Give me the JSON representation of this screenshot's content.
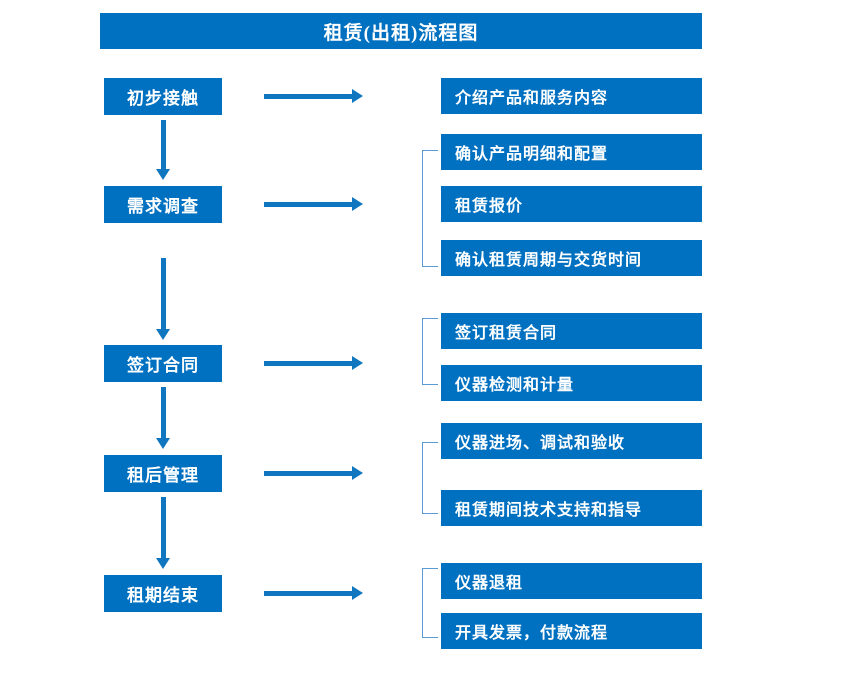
{
  "diagram": {
    "title": "租赁(出租)流程图",
    "accent_color": "#0070C0",
    "arrow_color": "#0F76BF",
    "bracket_color": "#5B9BD5",
    "background_color": "#FFFFFF",
    "stages": [
      {
        "id": "stage-1",
        "label": "初步接触",
        "details": [
          "介绍产品和服务内容"
        ],
        "bracketed": false
      },
      {
        "id": "stage-2",
        "label": "需求调查",
        "details": [
          "确认产品明细和配置",
          "租赁报价",
          "确认租赁周期与交货时间"
        ],
        "bracketed": true
      },
      {
        "id": "stage-3",
        "label": "签订合同",
        "details": [
          "签订租赁合同",
          "仪器检测和计量"
        ],
        "bracketed": true
      },
      {
        "id": "stage-4",
        "label": "租后管理",
        "details": [
          "仪器进场、调试和验收",
          "租赁期间技术支持和指导"
        ],
        "bracketed": true
      },
      {
        "id": "stage-5",
        "label": "租期结束",
        "details": [
          "仪器退租",
          "开具发票，付款流程"
        ],
        "bracketed": true
      }
    ],
    "details_flat": [
      "介绍产品和服务内容",
      "确认产品明细和配置",
      "租赁报价",
      "确认租赁周期与交货时间",
      "签订租赁合同",
      "仪器检测和计量",
      "仪器进场、调试和验收",
      "租赁期间技术支持和指导",
      "仪器退租",
      "开具发票，付款流程"
    ],
    "connectors": {
      "horizontal_arrow_icon": "right-arrow-icon",
      "vertical_arrow_icon": "down-arrow-icon",
      "group_bracket_icon": "square-bracket-icon"
    }
  }
}
